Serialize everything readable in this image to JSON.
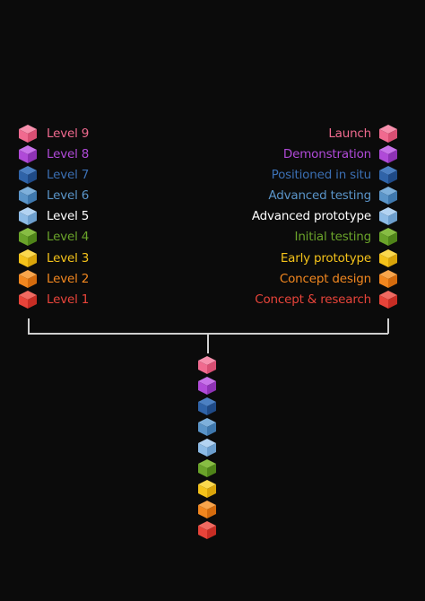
{
  "levels": [
    {
      "level": "Level 9",
      "stage": "Launch",
      "color": "#f06a8f",
      "top": "#f790ad",
      "side": "#d84f73"
    },
    {
      "level": "Level 8",
      "stage": "Demonstration",
      "color": "#b04ad8",
      "top": "#c873ea",
      "side": "#8e32b5"
    },
    {
      "level": "Level 7",
      "stage": "Positioned in situ",
      "color": "#2f63a8",
      "top": "#4c80c2",
      "side": "#1f4a86"
    },
    {
      "level": "Level 6",
      "stage": "Advanced testing",
      "color": "#5a94c8",
      "top": "#7eb0db",
      "side": "#3f78ad"
    },
    {
      "level": "Level 5",
      "stage": "Advanced prototype",
      "color": "#8dbbe6",
      "top": "#b3d3f2",
      "side": "#6c9ecd"
    },
    {
      "level": "Level 4",
      "stage": "Initial testing",
      "color": "#6aa32a",
      "top": "#87bd43",
      "side": "#4f8419"
    },
    {
      "level": "Level 3",
      "stage": "Early prototype",
      "color": "#f4c21a",
      "top": "#fbd84e",
      "side": "#d9a40a"
    },
    {
      "level": "Level 2",
      "stage": "Concept design",
      "color": "#f2871f",
      "top": "#f8a54c",
      "side": "#d46b0d"
    },
    {
      "level": "Level 1",
      "stage": "Concept & research",
      "color": "#e8443a",
      "top": "#f06a61",
      "side": "#c72d24"
    }
  ],
  "label_colors": {
    "Level 9": "#f06a8f",
    "Level 8": "#b04ad8",
    "Level 7": "#3b6fb3",
    "Level 6": "#5a94c8",
    "Level 5": "#ffffff",
    "Level 4": "#6aa32a",
    "Level 3": "#f4c21a",
    "Level 2": "#f2871f",
    "Level 1": "#e8443a"
  }
}
